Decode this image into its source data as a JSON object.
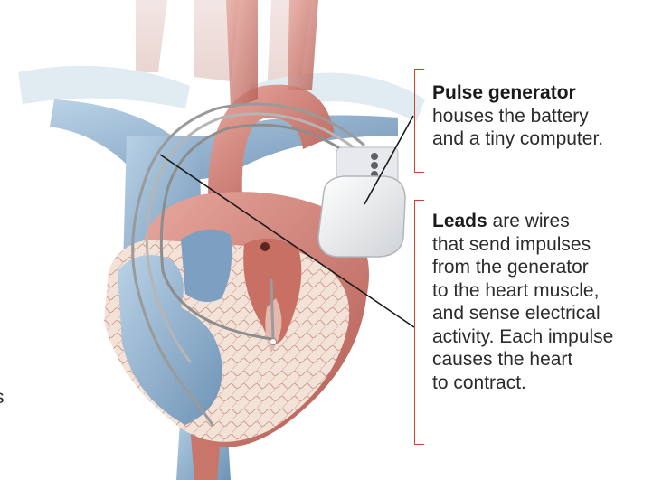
{
  "callouts": {
    "pulse_generator": {
      "title": "Pulse generator",
      "lines": [
        "houses the battery",
        "and a tiny computer."
      ]
    },
    "leads": {
      "title": "Leads",
      "first_line_rest": " are wires",
      "lines": [
        "that send impulses",
        "from the generator",
        "to the heart muscle,",
        "and sense electrical",
        "activity. Each impulse",
        "causes the heart",
        "to contract."
      ]
    }
  },
  "edge_fragment": "s",
  "colors": {
    "bracket": "#c8452e",
    "vein_blue": "#8fb3d1",
    "heart_red": "#c8766a",
    "leader_line": "#1a1a1a"
  }
}
